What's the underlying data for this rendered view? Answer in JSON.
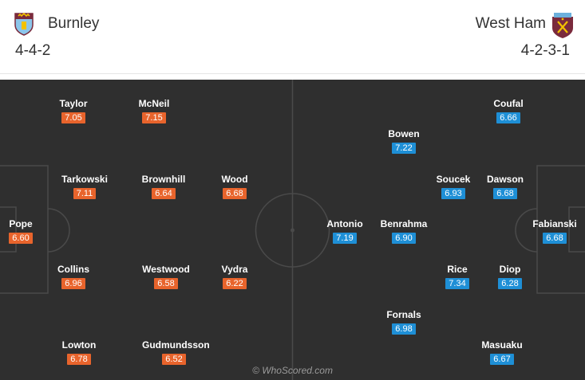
{
  "home": {
    "name": "Burnley",
    "formation": "4-4-2",
    "crest_icon": "burnley-crest-icon",
    "colors": {
      "claret": "#7a2a3c",
      "sky": "#8cc6ea",
      "gold": "#f2c200",
      "rating_bg": "#e8642c"
    },
    "players": [
      {
        "name": "Taylor",
        "rating": "7.05"
      },
      {
        "name": "McNeil",
        "rating": "7.15"
      },
      {
        "name": "Tarkowski",
        "rating": "7.11"
      },
      {
        "name": "Brownhill",
        "rating": "6.64"
      },
      {
        "name": "Wood",
        "rating": "6.68"
      },
      {
        "name": "Pope",
        "rating": "6.60"
      },
      {
        "name": "Collins",
        "rating": "6.96"
      },
      {
        "name": "Westwood",
        "rating": "6.58"
      },
      {
        "name": "Vydra",
        "rating": "6.22"
      },
      {
        "name": "Lowton",
        "rating": "6.78"
      },
      {
        "name": "Gudmundsson",
        "rating": "6.52"
      }
    ]
  },
  "away": {
    "name": "West Ham",
    "formation": "4-2-3-1",
    "crest_icon": "west-ham-crest-icon",
    "colors": {
      "claret": "#7a2a3c",
      "sky": "#6cb0dc",
      "gold": "#f2c200",
      "rating_bg": "#1e8fd6"
    },
    "players": [
      {
        "name": "Coufal",
        "rating": "6.66"
      },
      {
        "name": "Bowen",
        "rating": "7.22"
      },
      {
        "name": "Soucek",
        "rating": "6.93"
      },
      {
        "name": "Dawson",
        "rating": "6.68"
      },
      {
        "name": "Antonio",
        "rating": "7.19"
      },
      {
        "name": "Benrahma",
        "rating": "6.90"
      },
      {
        "name": "Fabianski",
        "rating": "6.68"
      },
      {
        "name": "Rice",
        "rating": "7.34"
      },
      {
        "name": "Diop",
        "rating": "6.28"
      },
      {
        "name": "Fornals",
        "rating": "6.98"
      },
      {
        "name": "Masuaku",
        "rating": "6.67"
      }
    ]
  },
  "pitch": {
    "color": "#2f2f2f",
    "line_color": "#4a4a4a"
  },
  "watermark": "© WhoScored.com"
}
